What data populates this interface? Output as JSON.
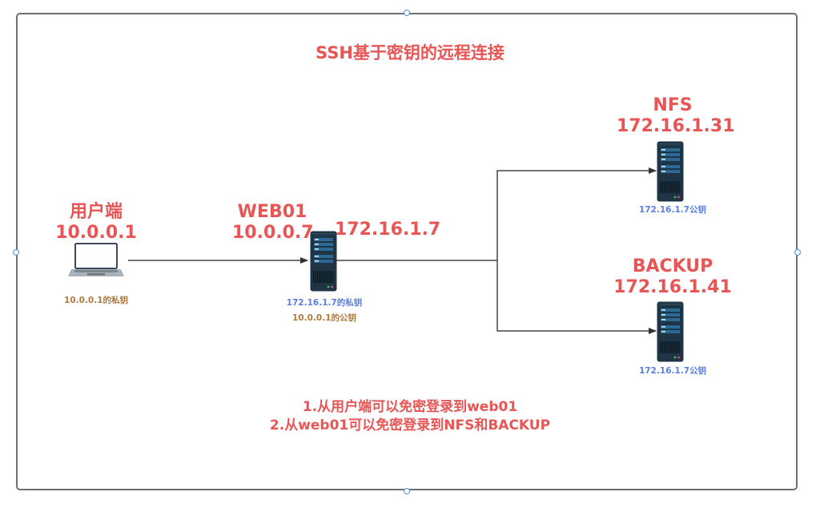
{
  "diagram": {
    "title": "SSH基于密钥的远程连接",
    "nodes": {
      "client": {
        "name": "用户端",
        "ip": "10.0.0.1",
        "icon": "laptop-icon",
        "keys": [
          "10.0.0.1的私钥"
        ]
      },
      "web01": {
        "name": "WEB01",
        "ip": "10.0.0.7",
        "ip_internal": "172.16.1.7",
        "icon": "server-icon",
        "keys": [
          "172.16.1.7的私钥",
          "10.0.0.1的公钥"
        ]
      },
      "nfs": {
        "name": "NFS",
        "ip": "172.16.1.31",
        "icon": "server-icon",
        "keys": [
          "172.16.1.7公钥"
        ]
      },
      "backup": {
        "name": "BACKUP",
        "ip": "172.16.1.41",
        "icon": "server-icon",
        "keys": [
          "172.16.1.7公钥"
        ]
      }
    },
    "edges": [
      {
        "from": "client",
        "to": "web01"
      },
      {
        "from": "web01",
        "to": "nfs"
      },
      {
        "from": "web01",
        "to": "backup"
      }
    ],
    "notes": [
      "1.从用户端可以免密登录到web01",
      "2.从web01可以免密登录到NFS和BACKUP"
    ],
    "colors": {
      "label_red": "#e85555",
      "key_blue": "#5b7fe0",
      "key_brown": "#b07a3a",
      "server_body": "#1f3444",
      "connector": "#444444",
      "selection_handle": "#4a90e2"
    }
  }
}
